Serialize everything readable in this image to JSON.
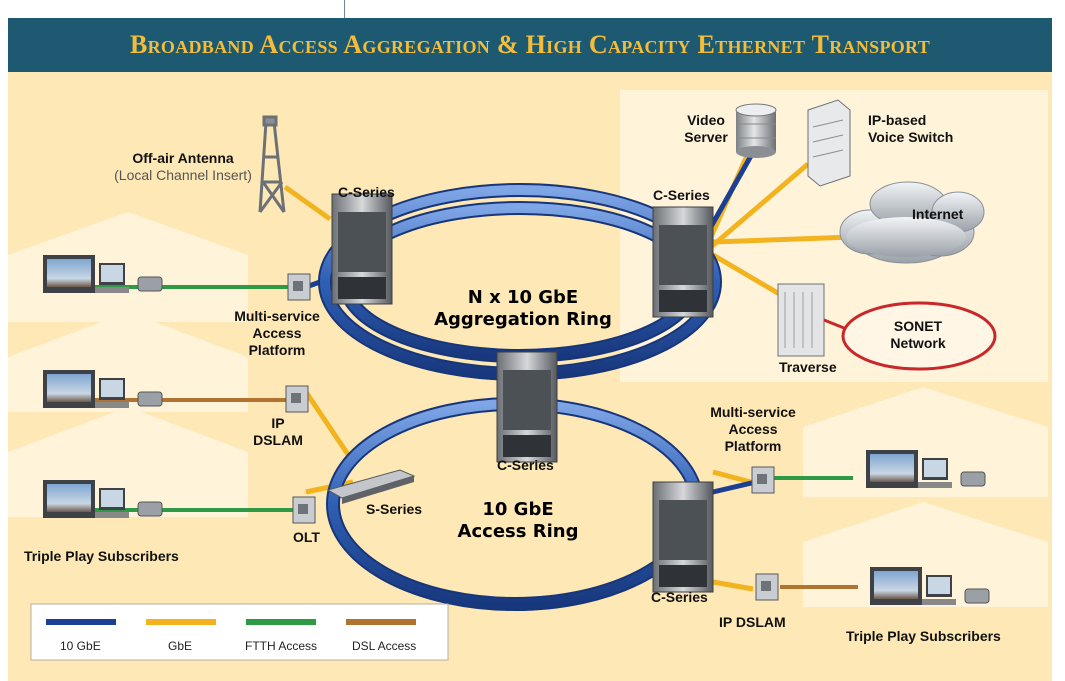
{
  "title": "Broadband Access Aggregation & High Capacity Ethernet Transport",
  "labels": {
    "antenna_name": "Off-air Antenna",
    "antenna_desc": "(Local Channel Insert)",
    "c_series": "C-Series",
    "msap_1": "Multi-service",
    "msap_2": "Access",
    "msap_3": "Platform",
    "ip": "IP",
    "dslam": "DSLAM",
    "ip_dslam": "IP DSLAM",
    "olt": "OLT",
    "s_series": "S-Series",
    "triple_play": "Triple Play Subscribers",
    "video_1": "Video",
    "video_2": "Server",
    "voice_1": "IP-based",
    "voice_2": "Voice Switch",
    "internet": "Internet",
    "sonet_1": "SONET",
    "sonet_2": "Network",
    "traverse": "Traverse",
    "agg_ring_1": "N x 10 GbE",
    "agg_ring_2": "Aggregation Ring",
    "access_ring_1": "10 GbE",
    "access_ring_2": "Access Ring"
  },
  "legend": [
    {
      "label": "10 GbE",
      "color": "#1b3f93"
    },
    {
      "label": "GbE",
      "color": "#f2b31f"
    },
    {
      "label": "FTTH Access",
      "color": "#2e9a46"
    },
    {
      "label": "DSL Access",
      "color": "#b07330"
    }
  ],
  "colors": {
    "header_bg": "#1d5a72",
    "title_color": "#f4bd39",
    "panel_bg": "#fde8b6",
    "ring": "#3a67b7"
  }
}
